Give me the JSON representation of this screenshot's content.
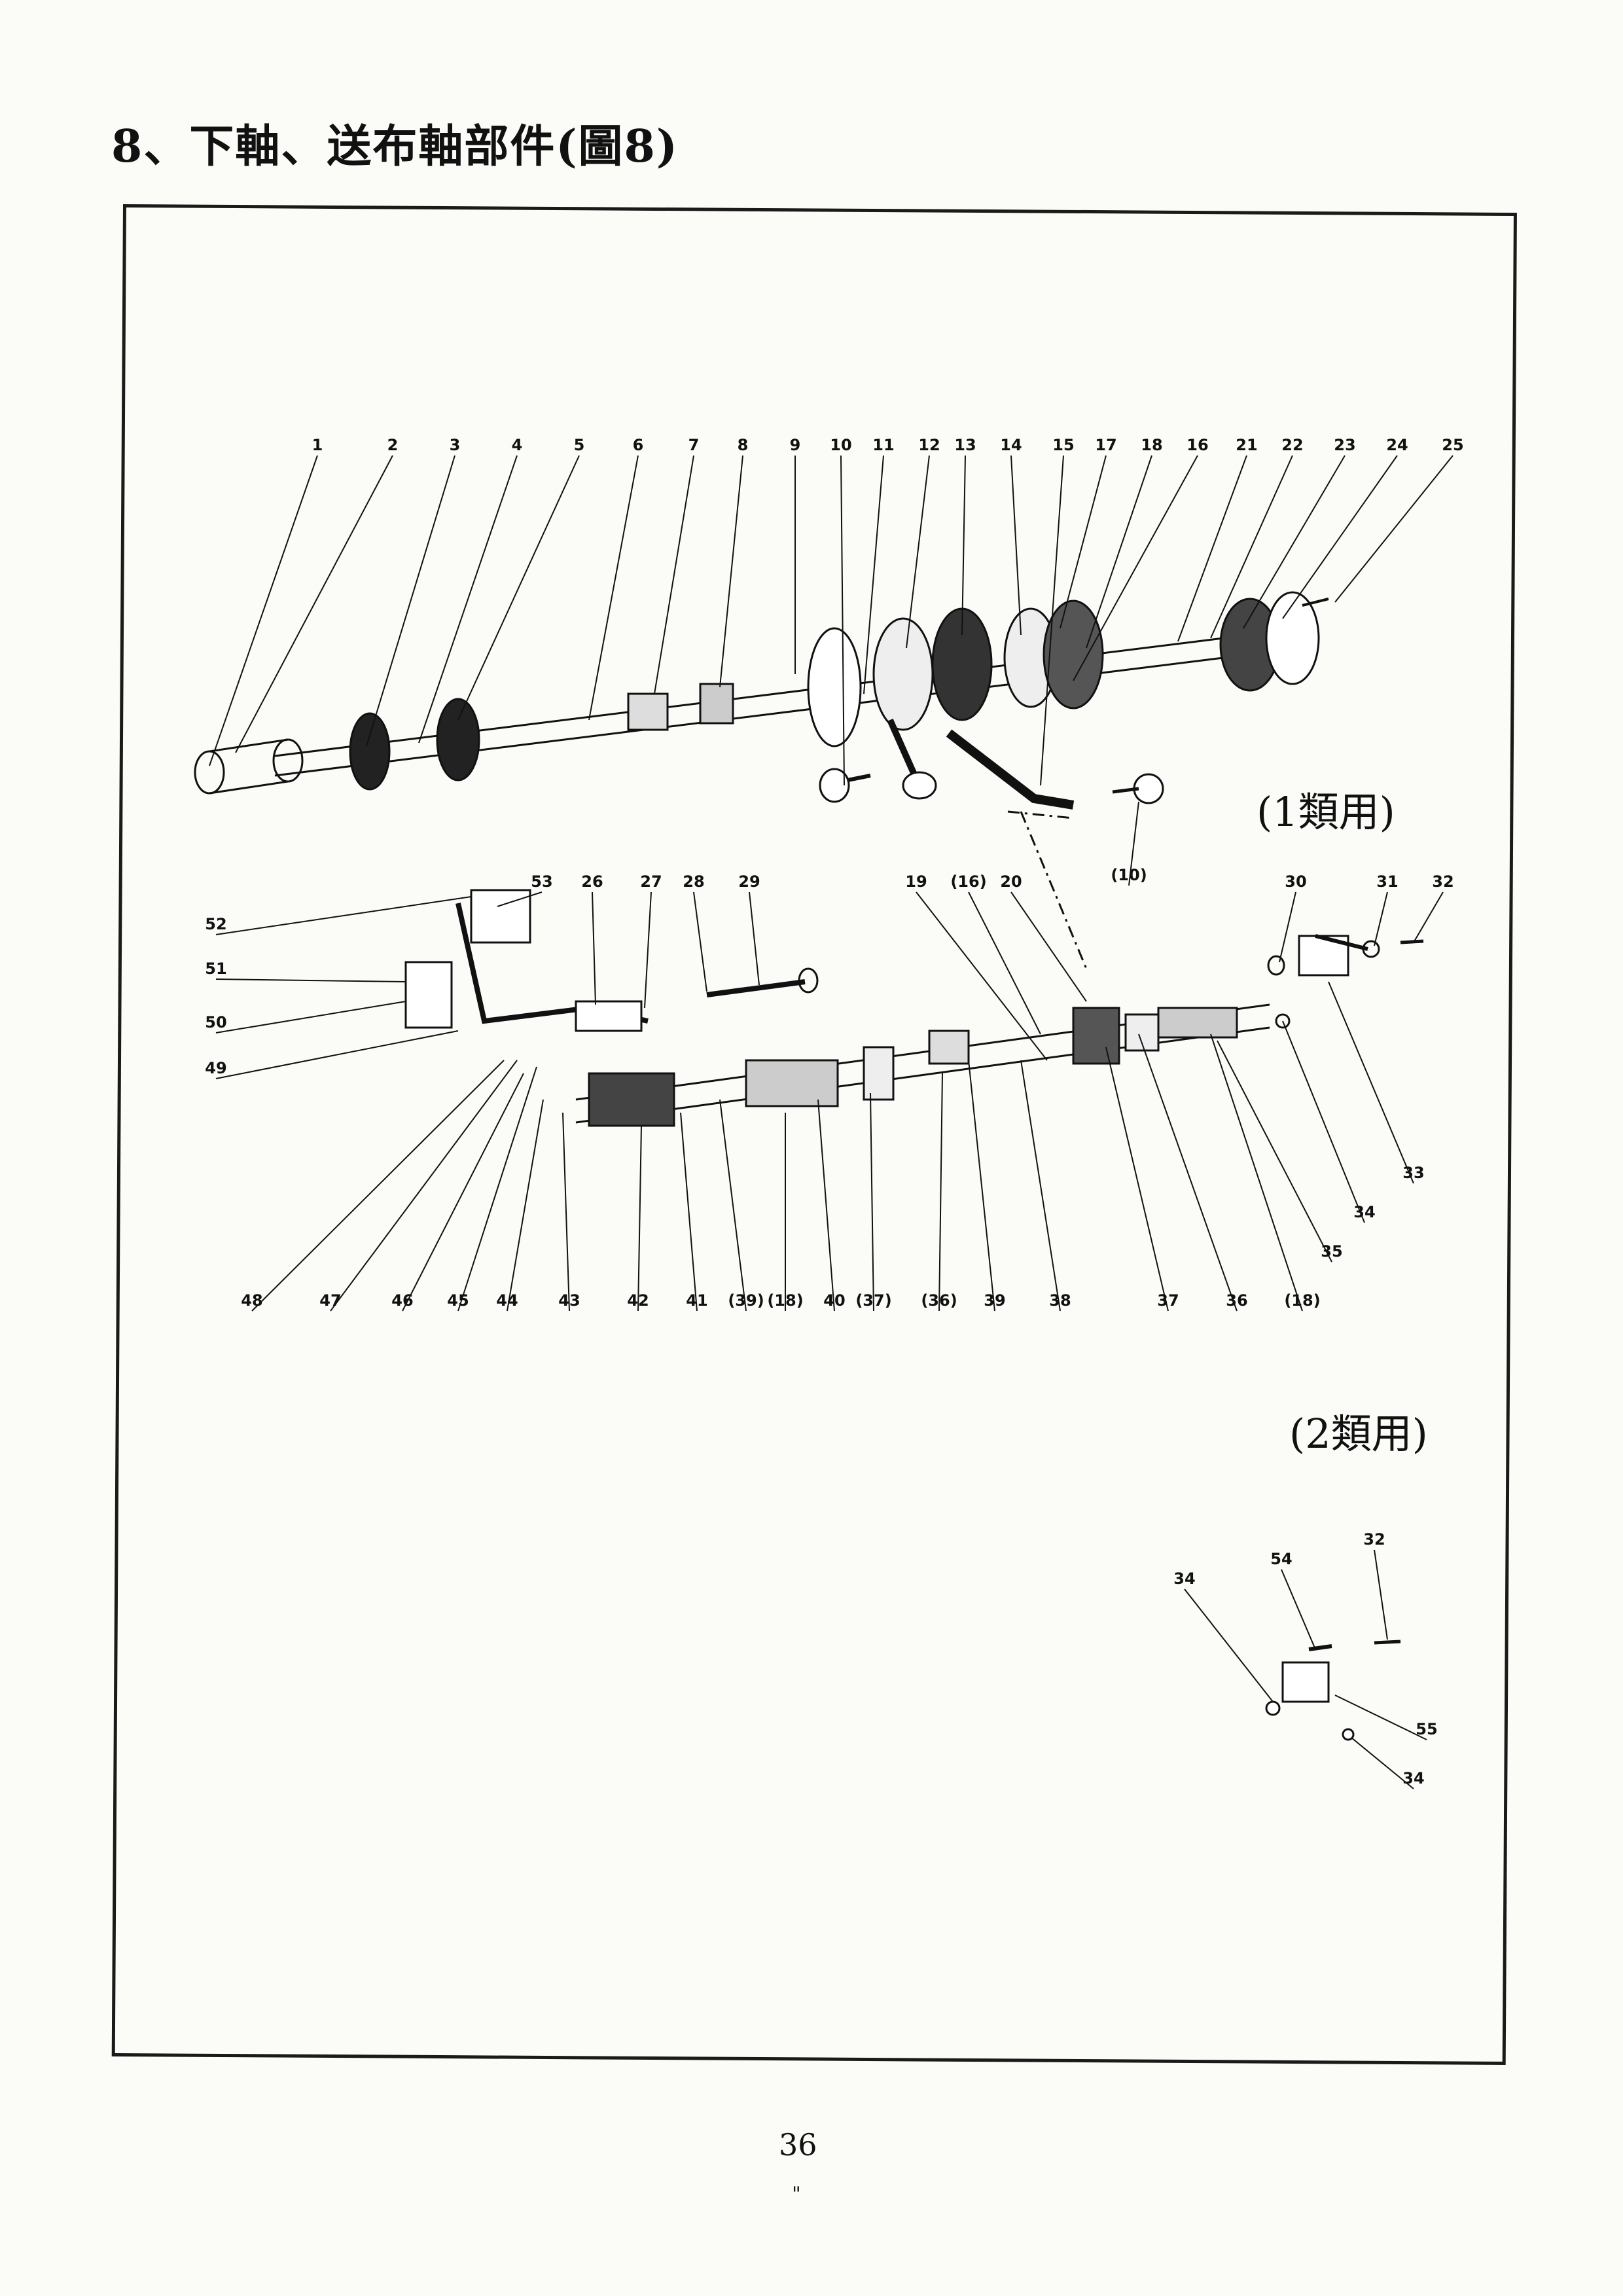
{
  "page": {
    "title": "8、下軸、送布軸部件(圖8)",
    "variant_1": "(1類用)",
    "variant_2": "(2類用)",
    "page_number": "36",
    "footer_mark": "\""
  },
  "callouts_top": [
    "1",
    "2",
    "3",
    "4",
    "5",
    "6",
    "7",
    "8",
    "9",
    "10",
    "11",
    "12",
    "13",
    "14",
    "15",
    "17",
    "18",
    "16",
    "21",
    "22",
    "23",
    "24",
    "25"
  ],
  "callout_10_detail": "(10)",
  "callouts_middle": [
    "53",
    "26",
    "27",
    "28",
    "29",
    "19",
    "(16)",
    "20",
    "30",
    "31",
    "32"
  ],
  "callouts_left": [
    "52",
    "51",
    "50",
    "49"
  ],
  "callouts_bottom": [
    "48",
    "47",
    "46",
    "45",
    "44",
    "43",
    "42",
    "41",
    "(39)",
    "(18)",
    "40",
    "(37)",
    "(36)",
    "39",
    "38",
    "37",
    "36",
    "(18)"
  ],
  "callouts_right": [
    "33",
    "34",
    "35"
  ],
  "callouts_variant2": [
    "34",
    "54",
    "32",
    "55",
    "34"
  ]
}
